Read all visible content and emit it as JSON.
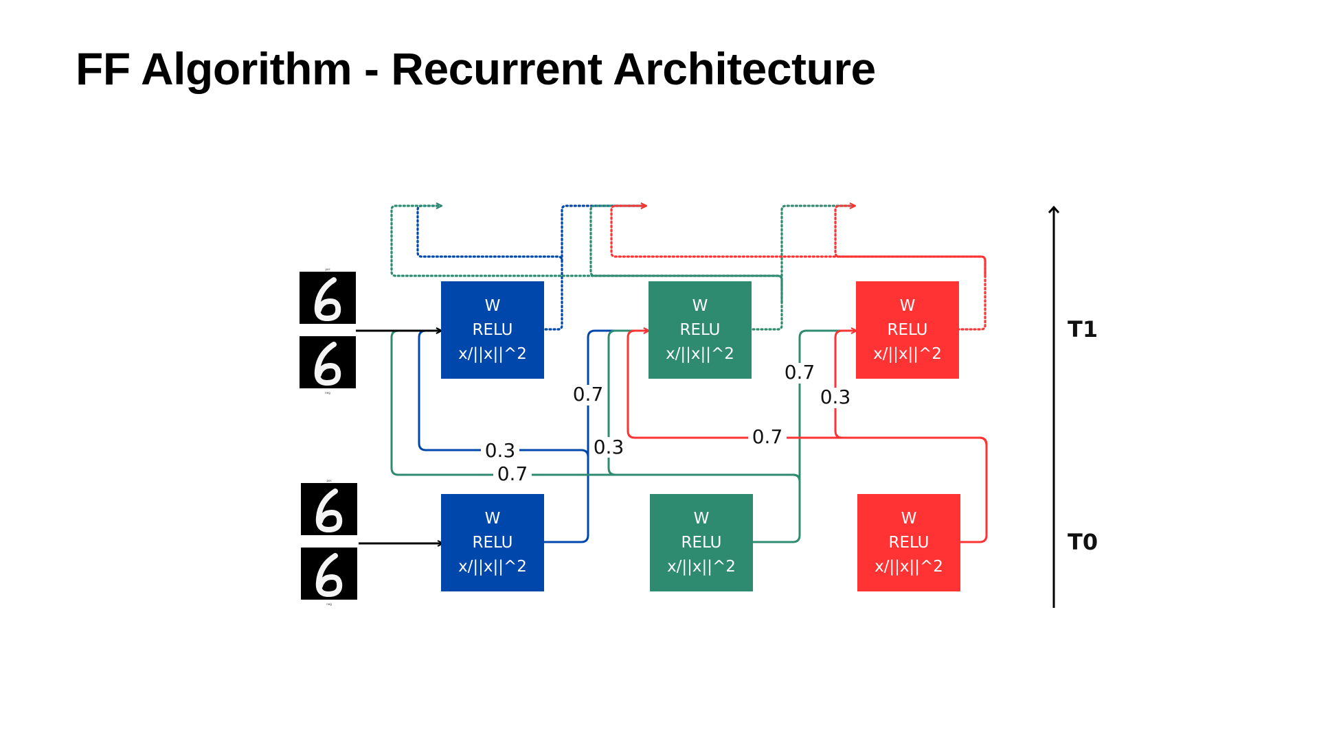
{
  "title": "FF Algorithm - Recurrent Architecture",
  "colors": {
    "blue": "#0047AB",
    "green": "#2E8B6F",
    "red": "#FF3333",
    "black": "#000000"
  },
  "layers": {
    "blue": {
      "line1": "W",
      "line2": "RELU",
      "line3": "x/||x||^2"
    },
    "green": {
      "line1": "W",
      "line2": "RELU",
      "line3": "x/||x||^2"
    },
    "red": {
      "line1": "W",
      "line2": "RELU",
      "line3": "x/||x||^2"
    }
  },
  "weights": {
    "blue_to_blue": "0.3",
    "green_to_blue": "0.7",
    "blue_to_green": "0.7",
    "green_to_green": "0.3",
    "red_to_green": "0.7",
    "green_to_red": "0.7",
    "red_to_red": "0.3"
  },
  "time_axis": {
    "upper": "T1",
    "lower": "T0"
  },
  "input_images": {
    "pos_caption": "pos",
    "neg_caption": "neg",
    "digit": "6"
  }
}
